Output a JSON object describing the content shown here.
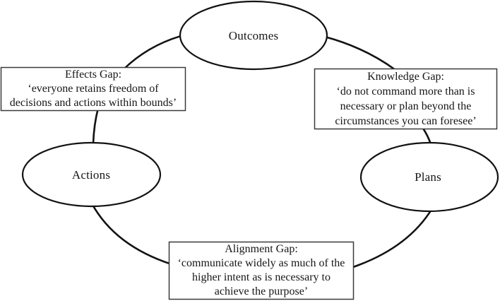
{
  "figure": {
    "description": "Cycle diagram linking Outcomes, Plans and Actions with three gap annotation boxes",
    "colors": {
      "background": "#ffffff",
      "line": "#121212",
      "box_border": "#3a3a3a",
      "text": "#161616"
    },
    "nodes": [
      {
        "id": "outcomes",
        "label": "Outcomes"
      },
      {
        "id": "actions",
        "label": "Actions"
      },
      {
        "id": "plans",
        "label": "Plans"
      }
    ],
    "gap_boxes": [
      {
        "id": "effects-gap",
        "lines": [
          "Effects Gap:",
          "‘everyone retains freedom of",
          "decisions and actions within bounds’"
        ]
      },
      {
        "id": "knowledge-gap",
        "lines": [
          "Knowledge Gap:",
          "‘do not command more than is",
          "necessary or plan beyond the",
          "circumstances you can foresee’"
        ]
      },
      {
        "id": "alignment-gap",
        "lines": [
          "Alignment Gap:",
          "‘communicate widely as much of the",
          "higher intent as is necessary to",
          "achieve the purpose’"
        ]
      }
    ]
  }
}
